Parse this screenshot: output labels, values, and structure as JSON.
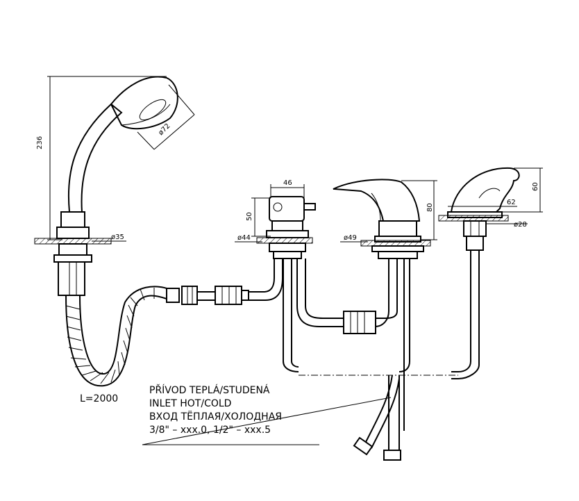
{
  "dimensions": {
    "shower_height": "236",
    "shower_head_diameter": "ø72",
    "shower_base_diameter": "ø35",
    "diverter_width": "46",
    "diverter_height": "50",
    "diverter_base_diameter": "ø44",
    "mixer_height": "80",
    "mixer_base_diameter": "ø49",
    "spout_height": "60",
    "spout_width": "62",
    "spout_base_diameter": "ø28",
    "hose_length": "L=2000"
  },
  "note": {
    "line_cz": "PŘÍVOD TEPLÁ/STUDENÁ",
    "line_en": "INLET HOT/COLD",
    "line_ru": "ВХОД ТЁПЛАЯ/ХОЛОДНАЯ",
    "line_sizes": "3/8\" – xxx.0, 1/2\" – xxx.5"
  }
}
